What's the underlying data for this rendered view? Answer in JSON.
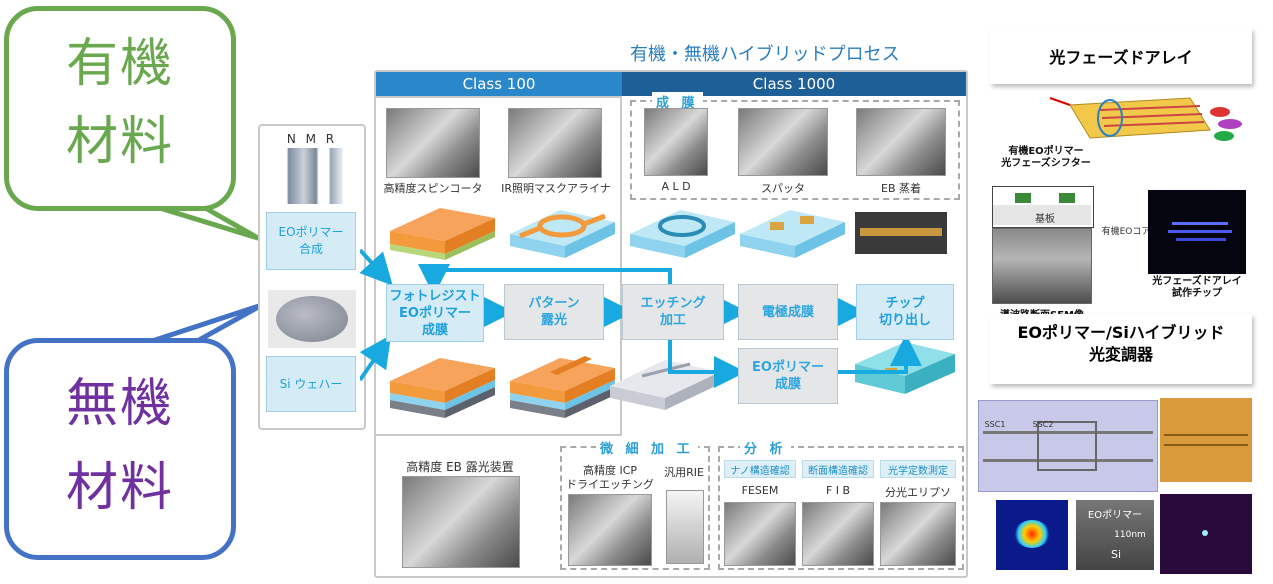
{
  "bubbles": {
    "organic": {
      "line1": "有機",
      "line2": "材料",
      "color": "#6aa84f"
    },
    "inorganic": {
      "line1": "無機",
      "line2": "材料",
      "color": "#7030a0",
      "border": "#4472c4"
    }
  },
  "header": {
    "title": "有機・無機ハイブリッドプロセス"
  },
  "classes": {
    "c100": "Class 100",
    "c1000": "Class 1000"
  },
  "materials": {
    "nmr_label": "N M R",
    "eo_polymer": "EOポリマー\n合成",
    "si_wafer": "Si ウェハー"
  },
  "equipment": {
    "spin": "高精度スピンコータ",
    "mask": "IR照明マスクアライナ",
    "film_title": "成 膜",
    "ald": "A L D",
    "sputter": "スパッタ",
    "eb_evap": "EB 蒸着",
    "eb_litho": "高精度 EB 露光装置",
    "micro_title": "微 細 加 工",
    "icp": "高精度 ICP\nドライエッチング",
    "rie": "汎用RIE",
    "analysis_title": "分 析",
    "tag_nano": "ナノ構造確認",
    "tag_cross": "断面構造確認",
    "tag_optic": "光学定数測定",
    "fesem": "FESEM",
    "fib": "F I B",
    "ellip": "分光エリプソ"
  },
  "steps": {
    "photoresist": "フォトレジスト\nEOポリマー\n成膜",
    "pattern": "パターン\n露光",
    "etching": "エッチング\n加工",
    "electrode": "電極成膜",
    "chip": "チップ\n切り出し",
    "eo_film": "EOポリマー\n成膜"
  },
  "right": {
    "opa_title": "光フェーズドアレイ",
    "shifter": "有機EOポリマー\n光フェーズシフター",
    "substrate": "基板",
    "eo_core": "有機EOコア",
    "sem": "導波路断面SEM像",
    "trial_chip": "光フェーズドアレイ\n試作チップ",
    "modulator_title": "EOポリマー/Siハイブリッド\n光変調器",
    "ssc1": "SSC1",
    "ssc2": "SSC2",
    "eo_polymer_label": "EOポリマー",
    "dim": "110nm",
    "si": "Si"
  },
  "colors": {
    "accent": "#1fa0dd",
    "class_header": "#2a7fc1",
    "arrow": "#19a9e1",
    "orange": "#f39a3c"
  }
}
